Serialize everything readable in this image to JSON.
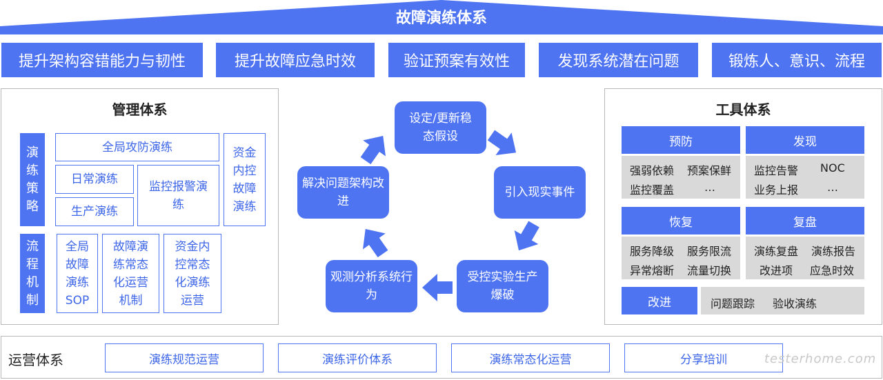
{
  "title": "故障演练体系",
  "goals": [
    "提升架构容错能力与韧性",
    "提升故障应急时效",
    "验证预案有效性",
    "发现系统潜在问题",
    "锻炼人、意识、流程"
  ],
  "management": {
    "title": "管理体系",
    "strategy_label": "演练策略",
    "strategy_items": {
      "global_attack": "全局攻防演练",
      "daily": "日常演练",
      "monitoring_alert": "监控报警演练",
      "production": "生产演练",
      "fund_control": "资金内控故障演练"
    },
    "process_label": "流程机制",
    "process_items": [
      "全局故障演练SOP",
      "故障演练常态化运营机制",
      "资金内控常态化演练运营"
    ]
  },
  "cycle": {
    "hypothesis": "设定/更新稳态假设",
    "introduce_events": "引入现实事件",
    "controlled_experiment": "受控实验生产爆破",
    "observe": "观测分析系统行为",
    "fix_architecture": "解决问题架构改进"
  },
  "tools": {
    "title": "工具体系",
    "prevention": {
      "label": "预防",
      "items": [
        "强弱依赖",
        "预案保鲜",
        "监控覆盖",
        "…"
      ]
    },
    "discovery": {
      "label": "发现",
      "items": [
        "监控告警",
        "NOC",
        "业务上报",
        "…"
      ]
    },
    "recovery": {
      "label": "恢复",
      "items": [
        "服务降级",
        "服务限流",
        "异常熔断",
        "流量切换"
      ]
    },
    "review": {
      "label": "复盘",
      "items": [
        "演练复盘",
        "演练报告",
        "改进项",
        "应急时效"
      ]
    },
    "improve": {
      "label": "改进",
      "items": [
        "问题跟踪",
        "验收演练"
      ]
    }
  },
  "operations": {
    "label": "运营体系",
    "items": [
      "演练规范运营",
      "演练评价体系",
      "演练常态化运营",
      "分享培训"
    ]
  },
  "watermark": "testerhome.com",
  "colors": {
    "primary": "#4e74f2",
    "grey_cell": "#d9d9d9",
    "border": "#b7b7b7"
  }
}
